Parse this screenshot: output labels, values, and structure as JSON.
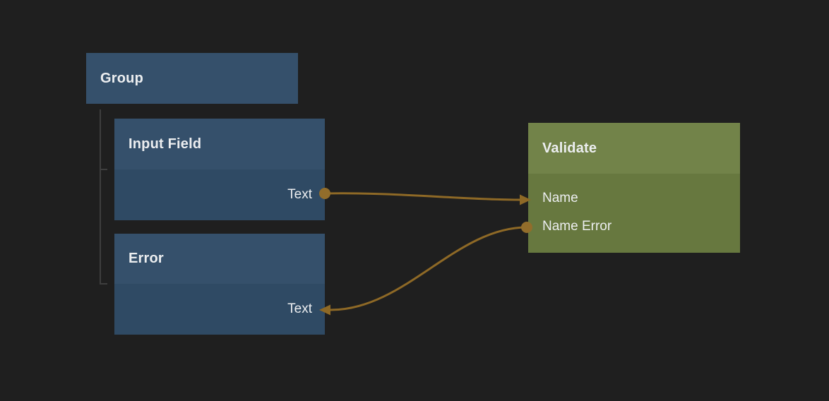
{
  "canvas": {
    "type": "node-graph-editor",
    "background": "#1f1f1f"
  },
  "colors": {
    "background": "#1f1f1f",
    "node_blue_header": "#35506b",
    "node_blue_body": "#2f4a64",
    "node_green_header": "#728349",
    "node_green_body": "#67783f",
    "wire": "#8e6926",
    "port_dot": "#926d2b",
    "tree_line": "#3e3e3e",
    "text": "#eceef0"
  },
  "nodes": {
    "group": {
      "title": "Group",
      "ports": []
    },
    "input_field": {
      "title": "Input Field",
      "parent": "Group",
      "ports": [
        {
          "name": "Text",
          "direction": "output",
          "side": "right"
        }
      ]
    },
    "error": {
      "title": "Error",
      "parent": "Group",
      "ports": [
        {
          "name": "Text",
          "direction": "input",
          "side": "right"
        }
      ]
    },
    "validate": {
      "title": "Validate",
      "ports": [
        {
          "name": "Name",
          "direction": "input",
          "side": "left"
        },
        {
          "name": "Name Error",
          "direction": "output",
          "side": "left"
        }
      ]
    }
  },
  "wires": [
    {
      "from": "Input Field.Text",
      "to": "Validate.Name"
    },
    {
      "from": "Validate.Name Error",
      "to": "Error.Text"
    }
  ]
}
